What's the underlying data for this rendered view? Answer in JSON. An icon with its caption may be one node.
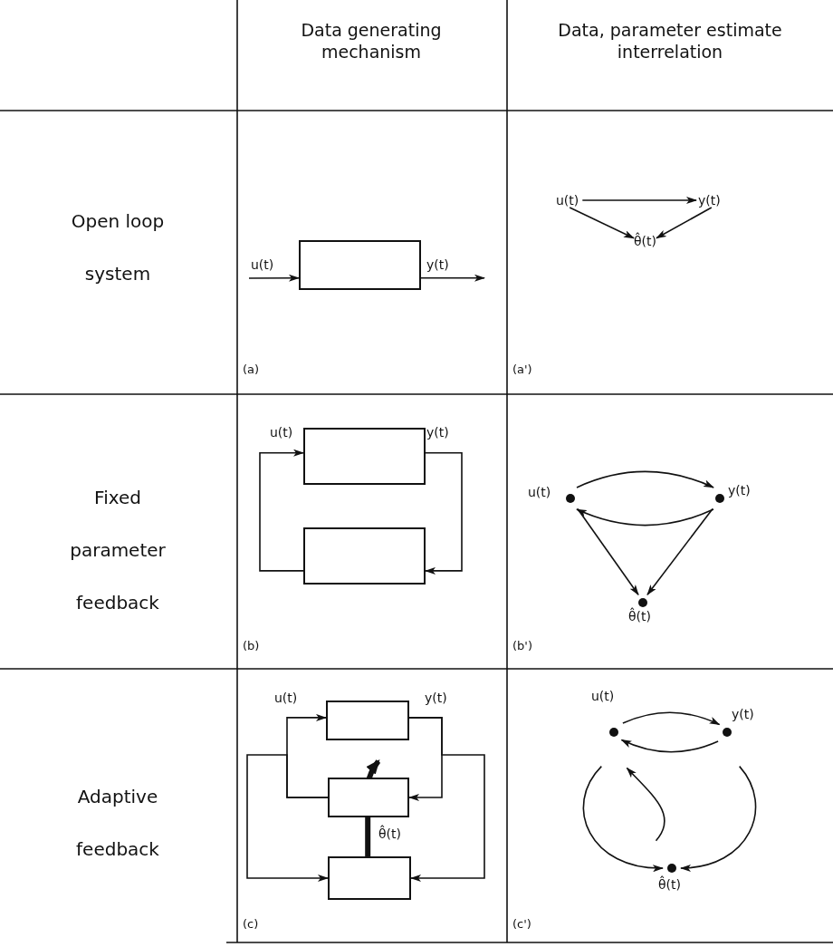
{
  "diagram": {
    "nodes": [
      {
        "text": [],
        "shape": "box"
      },
      {
        "text": [
          "u(t)"
        ]
      },
      {
        "text": [
          "y(t)"
        ]
      },
      {
        "text": [
          "θ̂(t)"
        ]
      },
      {
        "text": [],
        "shape": "box"
      },
      {
        "text": [],
        "shape": "box"
      },
      {
        "text": [],
        "shape": "circle",
        "beside": [
          "u(t)"
        ]
      },
      {
        "text": [],
        "shape": "circle",
        "beside": [
          "y(t)"
        ]
      },
      {
        "text": [],
        "shape": "circle",
        "beside": [
          "θ̂(t)"
        ]
      },
      {
        "text": [],
        "shape": "box"
      },
      {
        "text": [],
        "shape": "box"
      },
      {
        "text": [],
        "shape": "box"
      },
      {
        "text": [],
        "shape": "circle",
        "beside": [
          "u(t)"
        ]
      },
      {
        "text": [],
        "shape": "circle",
        "beside": [
          "y(t)"
        ]
      },
      {
        "text": [],
        "shape": "circle",
        "beside": [
          "θ̂(t)"
        ]
      }
    ],
    "edges": [
      {
        "from": null,
        "to": 0,
        "arrow": "to",
        "label": "u(t)"
      },
      {
        "from": 0,
        "to": null,
        "arrow": "to",
        "label": "y(t)"
      },
      {
        "from": 1,
        "to": 2,
        "arrow": "to"
      },
      {
        "from": 1,
        "to": 3,
        "arrow": "to"
      },
      {
        "from": 2,
        "to": 3,
        "arrow": "to"
      },
      {
        "from": 5,
        "to": 4,
        "arrow": "to",
        "label": "u(t)"
      },
      {
        "from": 4,
        "to": 5,
        "arrow": "to",
        "label": "y(t)"
      },
      {
        "from": 6,
        "to": 7,
        "arrow": "to"
      },
      {
        "from": 7,
        "to": 6,
        "arrow": "to"
      },
      {
        "from": 6,
        "to": 8,
        "arrow": "to"
      },
      {
        "from": 7,
        "to": 8,
        "arrow": "to"
      },
      {
        "from": 10,
        "to": 9,
        "arrow": "to",
        "label": "u(t)"
      },
      {
        "from": 9,
        "to": 10,
        "arrow": "to",
        "label": "y(t)"
      },
      {
        "from": 9,
        "to": 11,
        "arrow": "to"
      },
      {
        "from": 10,
        "to": 11,
        "arrow": "to"
      },
      {
        "from": 11,
        "to": 10,
        "arrow": "to",
        "label": "θ̂(t)",
        "style": "thick"
      },
      {
        "from": 12,
        "to": 13,
        "arrow": "to"
      },
      {
        "from": 13,
        "to": 12,
        "arrow": "to"
      },
      {
        "from": 12,
        "to": 14,
        "arrow": "to"
      },
      {
        "from": 13,
        "to": 14,
        "arrow": "to"
      },
      {
        "from": 14,
        "to": 12,
        "arrow": "to"
      }
    ],
    "labels": [
      "Data generating mechanism",
      "Data, parameter estimate interrelation",
      "Open loop system",
      "(a)",
      "(a')",
      "Fixed parameter feedback",
      "(b)",
      "(b')",
      "Adaptive feedback",
      "(c)",
      "(c')"
    ]
  }
}
